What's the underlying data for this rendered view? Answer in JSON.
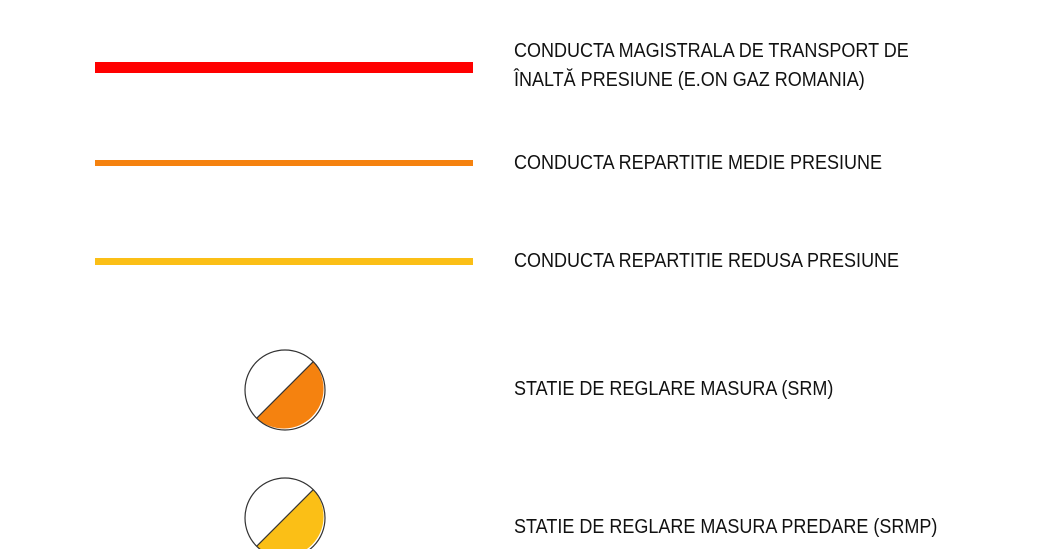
{
  "legend": {
    "items": [
      {
        "kind": "line",
        "color": "#ff0000",
        "label_line1": "CONDUCTA MAGISTRALA DE TRANSPORT DE",
        "label_line2": "ÎNALTĂ PRESIUNE (E.ON GAZ ROMANIA)"
      },
      {
        "kind": "line",
        "color": "#f5820f",
        "label": "CONDUCTA REPARTITIE MEDIE PRESIUNE"
      },
      {
        "kind": "line",
        "color": "#fbbf16",
        "label": "CONDUCTA REPARTITIE REDUSA PRESIUNE"
      },
      {
        "kind": "station",
        "icon": "half-filled-circle-icon",
        "fill_color": "#f5820f",
        "label": "STATIE DE REGLARE MASURA (SRM)"
      },
      {
        "kind": "station",
        "icon": "half-filled-circle-icon",
        "fill_color": "#fbbf16",
        "label": "STATIE DE REGLARE MASURA PREDARE (SRMP)"
      }
    ]
  }
}
